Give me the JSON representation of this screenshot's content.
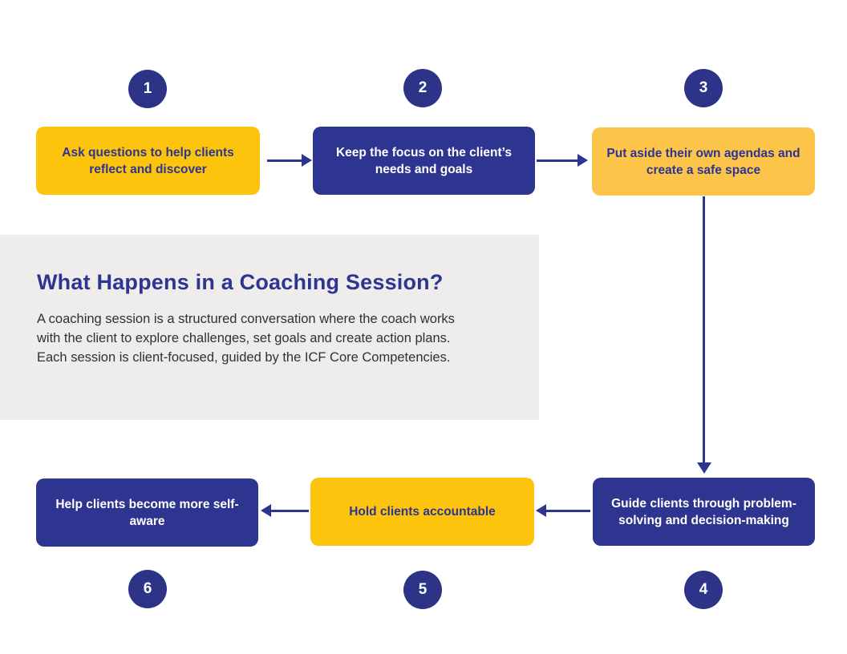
{
  "info_panel": {
    "title": "What Happens in a Coaching Session?",
    "body": "A coaching session is a structured conversation where the coach works with the client to explore challenges, set goals and create action plans. Each session is client-focused, guided by the ICF Core Competencies."
  },
  "steps": [
    {
      "number": "1",
      "label": "Ask questions to help clients reflect and discover"
    },
    {
      "number": "2",
      "label": "Keep the focus on the client’s needs and goals"
    },
    {
      "number": "3",
      "label": "Put aside their own agendas and create a safe space"
    },
    {
      "number": "4",
      "label": "Guide clients through problem-solving and decision-making"
    },
    {
      "number": "5",
      "label": "Hold clients accountable"
    },
    {
      "number": "6",
      "label": "Help clients become more self-aware"
    }
  ],
  "colors": {
    "navy": "#2e3590",
    "circle_navy": "#2d3487",
    "yellow": "#fdc40d",
    "light_yellow": "#fdc44a",
    "panel_gray": "#eeedec",
    "body_text": "#2f3038"
  }
}
